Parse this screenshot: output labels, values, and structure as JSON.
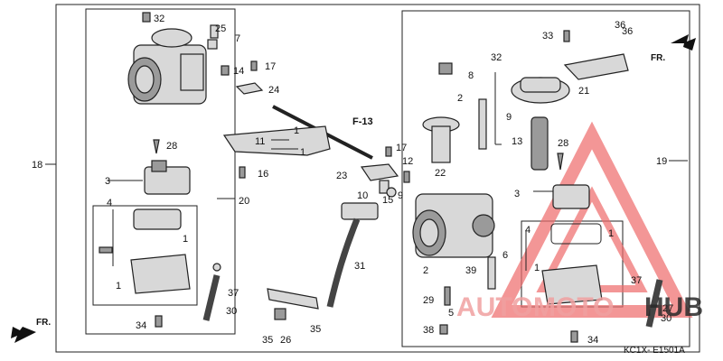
{
  "callouts": {
    "l32": "32",
    "l25": "25",
    "l7": "7",
    "l14": "14",
    "l17a": "17",
    "l24": "24",
    "lF13": "F-13",
    "l11": "11",
    "l1a": "1",
    "l1b": "1",
    "l16": "16",
    "l17b": "17",
    "l12": "12",
    "l23": "23",
    "l10": "10",
    "l15": "15",
    "l9a": "9",
    "l22": "22",
    "l18": "18",
    "l28a": "28",
    "l3a": "3",
    "l4a": "4",
    "l1c": "1",
    "l1d": "1",
    "l20": "20",
    "l37a": "37",
    "l30a": "30",
    "l34a": "34",
    "l31": "31",
    "l35a": "35",
    "l26": "26",
    "l35b": "35",
    "l33": "33",
    "l36a": "36",
    "l36b": "36",
    "l32b": "32",
    "l8": "8",
    "l2a": "2",
    "l21": "21",
    "l9b": "9",
    "l13": "13",
    "l28b": "28",
    "l19": "19",
    "l3b": "3",
    "l4b": "4",
    "l1e": "1",
    "l6": "6",
    "l2b": "2",
    "l39": "39",
    "l29": "29",
    "l5": "5",
    "l38": "38",
    "l1f": "1",
    "l37b": "37",
    "l30b": "30",
    "l34b": "34",
    "l27": "27"
  },
  "fr_label": "FR.",
  "diagram_code": "KC1X- E1501A",
  "watermark": {
    "text_auto": "AUTO",
    "text_moto": "MOTO",
    "text_hub": "HUB",
    "color_main": "#f0a0a0",
    "color_hub": "#2a2a2a"
  }
}
